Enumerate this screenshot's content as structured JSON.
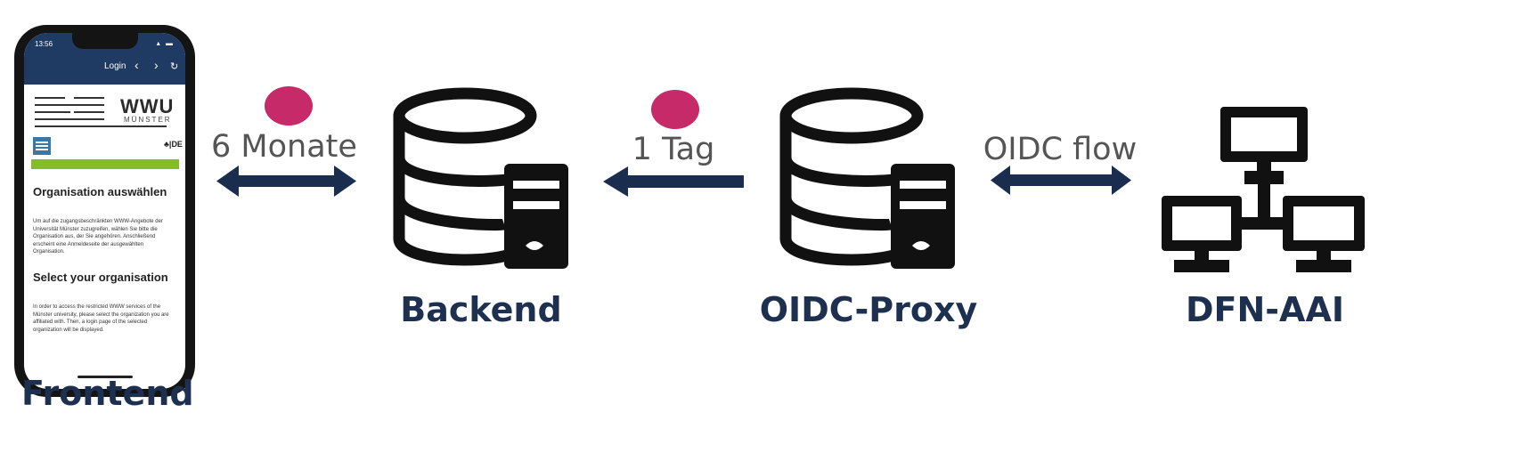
{
  "nodes": {
    "frontend": {
      "label": "Frontend"
    },
    "backend": {
      "label": "Backend"
    },
    "proxy": {
      "label": "OIDC-Proxy"
    },
    "dfn": {
      "label": "DFN-AAI"
    }
  },
  "edges": {
    "frontend_backend": {
      "label": "6 Monate",
      "direction": "bidirectional"
    },
    "backend_proxy": {
      "label": "1 Tag",
      "direction": "to-backend"
    },
    "proxy_dfn": {
      "label": "OIDC flow",
      "direction": "bidirectional"
    }
  },
  "phone": {
    "time": "13:56",
    "nav_title": "Login",
    "logo_main": "WWU",
    "logo_sub": "MÜNSTER",
    "lang": "DE",
    "heading_de": "Organisation auswählen",
    "text_de": "Um auf die zugangsbeschränkten WWW-Angebote der Universität Münster zuzugreifen, wählen Sie bitte die Organisation aus, der Sie angehören. Anschließend erscheint eine Anmeldeseite der ausgewählten Organisation.",
    "heading_en": "Select your organisation",
    "text_en": "In order to access the restricted WWW services of the Münster university, please select the organization you are affiliated with. Then, a login page of the selected organization will be displayed."
  },
  "colors": {
    "navy": "#1e3050",
    "arrow": "#1b2d4e",
    "dot": "#c72a68",
    "icon": "#111111",
    "green": "#86bc25"
  },
  "icons": {
    "frontend": "smartphone-icon",
    "backend": "database-server-icon",
    "proxy": "database-server-icon",
    "dfn": "network-icon"
  }
}
